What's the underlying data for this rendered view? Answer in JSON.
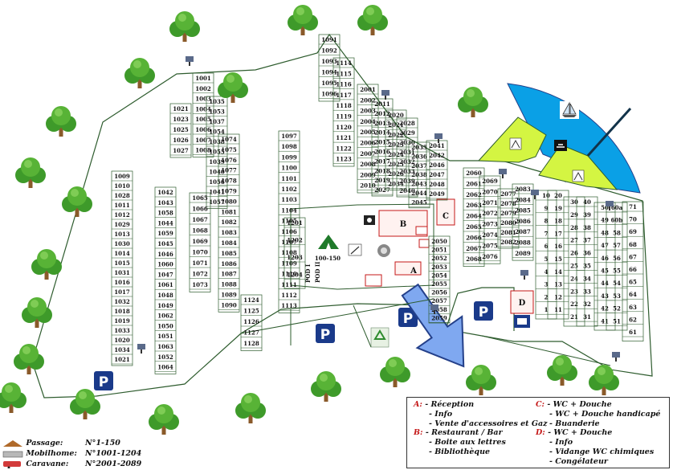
{
  "plots": {
    "col_1001": [
      "1001",
      "1002",
      "1003",
      "1004",
      "1005",
      "1006",
      "1007",
      "1008"
    ],
    "col_1020": [
      "1021",
      "1023",
      "1025",
      "1026",
      "1027"
    ],
    "col_1035": [
      "1035",
      "1053",
      "1037",
      "1054",
      "1038",
      "1055",
      "1039",
      "1040",
      "1056",
      "1041",
      "1057"
    ],
    "col_1009": [
      "1009",
      "1010",
      "1028",
      "1011",
      "1012",
      "1029",
      "1013",
      "1030",
      "1014",
      "1015",
      "1031",
      "1016",
      "1017",
      "1032",
      "1018",
      "1019",
      "1033",
      "1020",
      "1034",
      "1021"
    ],
    "col_1042": [
      "1042",
      "1043",
      "1058",
      "1044",
      "1059",
      "1045",
      "1046",
      "1060",
      "1047",
      "1061",
      "1048",
      "1049",
      "1062",
      "1050",
      "1051",
      "1063",
      "1052",
      "1064"
    ],
    "col_1065": [
      "1065",
      "1066",
      "1067",
      "1068",
      "1069",
      "1070",
      "1071",
      "1072",
      "1073"
    ],
    "col_1074": [
      "1074",
      "1075",
      "1076",
      "1077",
      "1078",
      "1079",
      "1080",
      "1081",
      "1082",
      "1083",
      "1084",
      "1085",
      "1086",
      "1087",
      "1088",
      "1089",
      "1090"
    ],
    "col_1097": [
      "1097",
      "1098",
      "1099",
      "1100",
      "1101",
      "1102",
      "1103",
      "1104",
      "1105",
      "1106",
      "1107",
      "1108",
      "1109",
      "1110",
      "1111",
      "1112",
      "1113"
    ],
    "col_1124": [
      "1124",
      "1125",
      "1126",
      "1127",
      "1128"
    ],
    "col_1091": [
      "1091",
      "1092",
      "1093",
      "1094",
      "1095",
      "1096"
    ],
    "col_1114": [
      "1114",
      "1115",
      "1116",
      "1117",
      "1118",
      "1119",
      "1120",
      "1121",
      "1122",
      "1123"
    ],
    "col_1201": [
      "1201",
      "1202",
      "1203",
      "1204"
    ],
    "col_2001": [
      "2001",
      "2002",
      "2003",
      "2004",
      "2005",
      "2006",
      "2007",
      "2008",
      "2009",
      "2010"
    ],
    "col_2011": [
      "2011",
      "2012",
      "2013",
      "2014",
      "2015",
      "2016",
      "2017",
      "2018",
      "2019",
      "2027"
    ],
    "col_2020": [
      "2020",
      "2021",
      "2022",
      "2023",
      "2024",
      "2025",
      "2026",
      "2034"
    ],
    "col_2028": [
      "2028",
      "2029",
      "2030",
      "2031",
      "2032",
      "2033",
      "2039",
      "2040"
    ],
    "col_2035": [
      "2035",
      "2036",
      "2037",
      "2038",
      "2043",
      "2044",
      "2045"
    ],
    "col_2041": [
      "2041",
      "2042",
      "2046",
      "2047",
      "2048",
      "2049"
    ],
    "col_2050": [
      "2050",
      "2051",
      "2052",
      "2053",
      "2054",
      "2055",
      "2056",
      "2057",
      "2058",
      "2059"
    ],
    "col_2060": [
      "2060",
      "2061",
      "2062",
      "2063",
      "2064",
      "2065",
      "2066",
      "2067",
      "2068"
    ],
    "col_2069": [
      "2069",
      "2070",
      "2071",
      "2072",
      "2073",
      "2074",
      "2075",
      "2076"
    ],
    "col_2077": [
      "2077",
      "2078",
      "2079",
      "2080",
      "2081",
      "2082"
    ],
    "col_2083": [
      "2083",
      "2084",
      "2085",
      "2086",
      "2087",
      "2088",
      "2089"
    ],
    "col_10": [
      "10",
      "9",
      "8",
      "7",
      "6",
      "5",
      "4",
      "3",
      "2",
      "1"
    ],
    "col_20": [
      "20",
      "19",
      "18",
      "17",
      "16",
      "15",
      "14",
      "13",
      "12",
      "11"
    ],
    "col_30": [
      "30",
      "29",
      "28",
      "27",
      "26",
      "25",
      "24",
      "23",
      "22",
      "21"
    ],
    "col_40": [
      "40",
      "39",
      "38",
      "37",
      "36",
      "35",
      "34",
      "33",
      "32",
      "31"
    ],
    "col_50": [
      "50",
      "49",
      "48",
      "47",
      "46",
      "45",
      "44",
      "43",
      "42",
      "41"
    ],
    "col_60": [
      "60a",
      "60b",
      "58",
      "57",
      "56",
      "55",
      "54",
      "53",
      "52",
      "51"
    ],
    "col_71": [
      "71",
      "70",
      "69",
      "68",
      "67",
      "66",
      "65",
      "64",
      "63",
      "62",
      "61"
    ]
  },
  "buildings": {
    "b": "B",
    "c": "C",
    "a": "A",
    "d": "D"
  },
  "area_labels": {
    "tent_area": "100-150",
    "pod_1": "POD I",
    "pod_2": "POD II"
  },
  "parking": {
    "symbol": "P"
  },
  "legend": {
    "a_key": "A:",
    "a_items": [
      "- Réception",
      "- Info",
      "- Vente d'accessoires et Gaz"
    ],
    "b_key": "B:",
    "b_items": [
      "- Restaurant / Bar",
      "- Boite aux lettres",
      "- Bibliothèque"
    ],
    "c_key": "C:",
    "c_items": [
      "- WC + Douche",
      "- WC + Douche handicapé",
      "- Buanderie"
    ],
    "d_key": "D:",
    "d_items": [
      "- WC + Douche",
      "- Info",
      "- Vidange WC chimiques",
      "- Congélateur"
    ]
  },
  "pitch_types": [
    {
      "label": "Passage:",
      "range": "N°1-150"
    },
    {
      "label": "Mobilhome:",
      "range": "N°1001-1204"
    },
    {
      "label": "Caravane:",
      "range": "N°2001-2089"
    }
  ],
  "colors": {
    "lake": "#0aa0e6",
    "grass": "#d4f542",
    "road": "#ffffff",
    "outline": "#2e5c2e",
    "arrow": "#7fa8f0",
    "parking": "#1a3a8a"
  },
  "icons": [
    "tree-icon",
    "tent-icon",
    "sailboat-icon",
    "gear-icon",
    "recycle-icon",
    "entrance-arrow-icon",
    "parking-icon",
    "camera-icon"
  ]
}
